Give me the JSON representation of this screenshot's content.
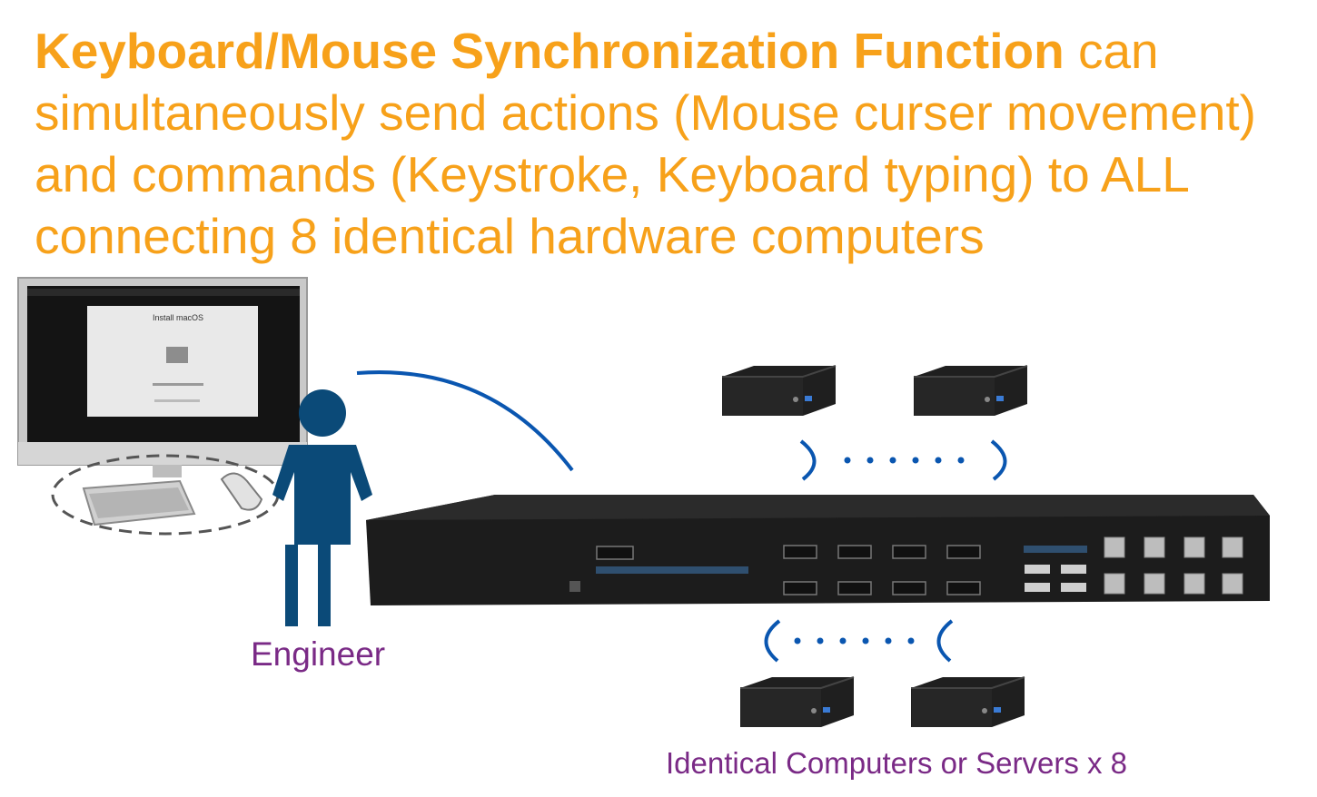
{
  "headline": {
    "bold": "Keyboard/Mouse Synchronization Function",
    "rest": " can simultaneously send actions (Mouse curser movement) and commands (Keystroke, Keyboard typing) to ALL connecting 8 identical hardware computers"
  },
  "monitor": {
    "screen_title": "Install macOS"
  },
  "labels": {
    "engineer": "Engineer",
    "computers": "Identical Computers or Servers x 8"
  },
  "colors": {
    "headline": "#f7a11a",
    "label": "#7a2a86",
    "person": "#0b4a78",
    "arc": "#0a56b0"
  }
}
